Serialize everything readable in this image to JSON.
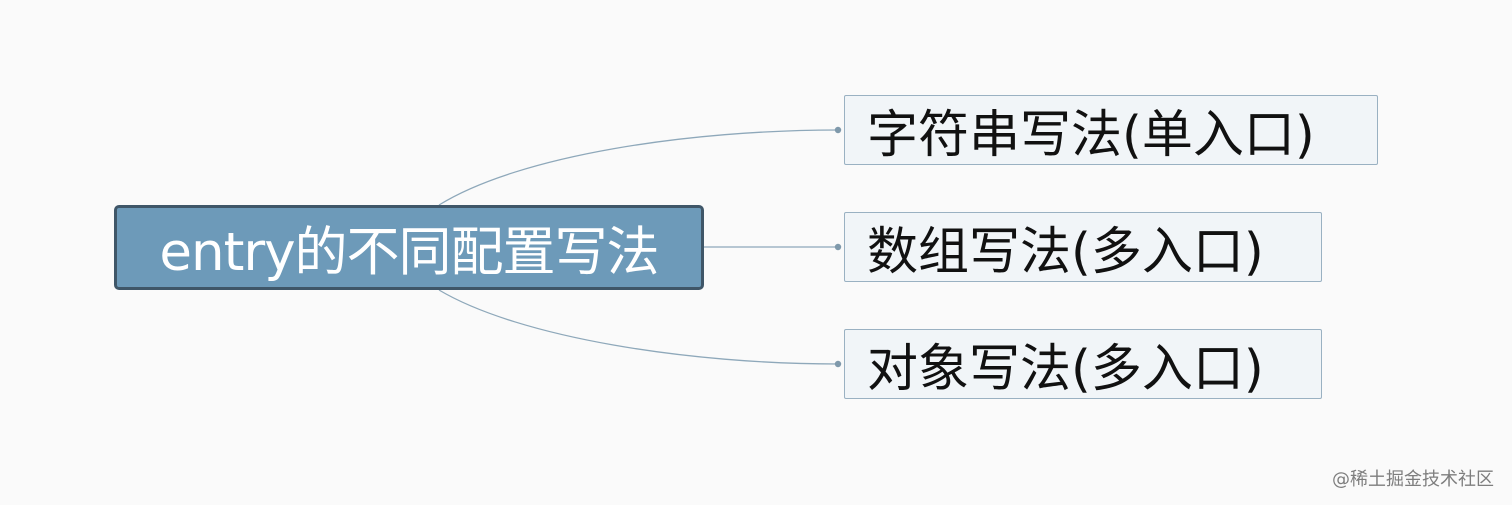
{
  "diagram": {
    "root": {
      "label": "entry的不同配置写法"
    },
    "children": [
      {
        "label": "字符串写法(单入口)"
      },
      {
        "label": "数组写法(多入口)"
      },
      {
        "label": "对象写法(多入口)"
      }
    ]
  },
  "watermark": {
    "text": "@稀土掘金技术社区"
  },
  "colors": {
    "background": "#fafafa",
    "root_fill": "#6d9ab9",
    "root_border": "#3f5668",
    "child_fill": "#f1f5f8",
    "child_border": "#9ab1c2",
    "connector": "#8ea8ba"
  }
}
